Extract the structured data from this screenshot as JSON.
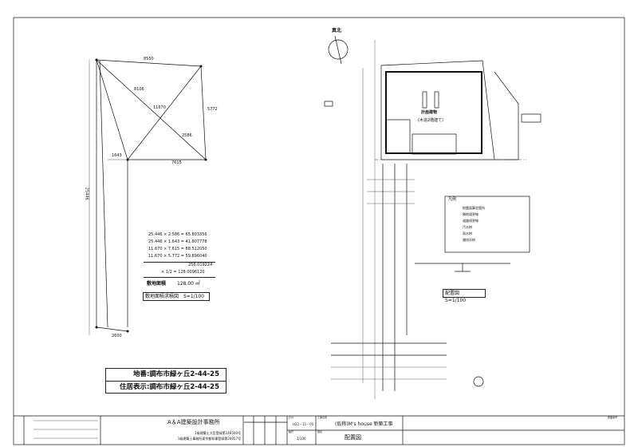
{
  "site_area_calc": {
    "lines": [
      "25.446 × 2.586 = 65.803356",
      "25.446 × 1.643 = 41.807778",
      "11.670 × 7.615 = 88.512050",
      "11.670 × 5.772 = 59.896040"
    ],
    "total": "256.019224",
    "half": "× 1/2 =   128.0096120",
    "area_label": "敷地面積",
    "area_value": "128.00 ㎡",
    "title": "敷地面積求積図　S=1/100"
  },
  "lot_dims": [
    "8550",
    "7615",
    "8106",
    "5772",
    "1643",
    "2586",
    "11670",
    "25446",
    "2600"
  ],
  "address": {
    "lot_number": "地番:調布市緑ヶ丘2-44-25",
    "residence": "住居表示:調布市緑ヶ丘2-44-25"
  },
  "site_plan": {
    "north_label": "真北",
    "building_label": "計画建物",
    "building_sub": "(木造2階建て)",
    "title": "配置図　S=1/100",
    "legend_title": "凡例",
    "legend_items": [
      "地盤面算定箇所",
      "隣地境界線",
      "道路境界線",
      "汚水桝",
      "雨水桝",
      "雑排水桝"
    ]
  },
  "title_block": {
    "office": "A＆A建築設計事務所",
    "reg1": "1級建築士大臣登録第146500号",
    "reg2": "1級建築士事務所東京都知事登録第20957号",
    "date_label": "日付",
    "date": "H22・11・05",
    "scale_label": "縮尺",
    "scale": "1/100",
    "project_label": "工事名称",
    "project": "(仮称)M's house 新築工事",
    "drawing_label": "図名",
    "drawing": "配置図",
    "number_label": "図面番号"
  }
}
